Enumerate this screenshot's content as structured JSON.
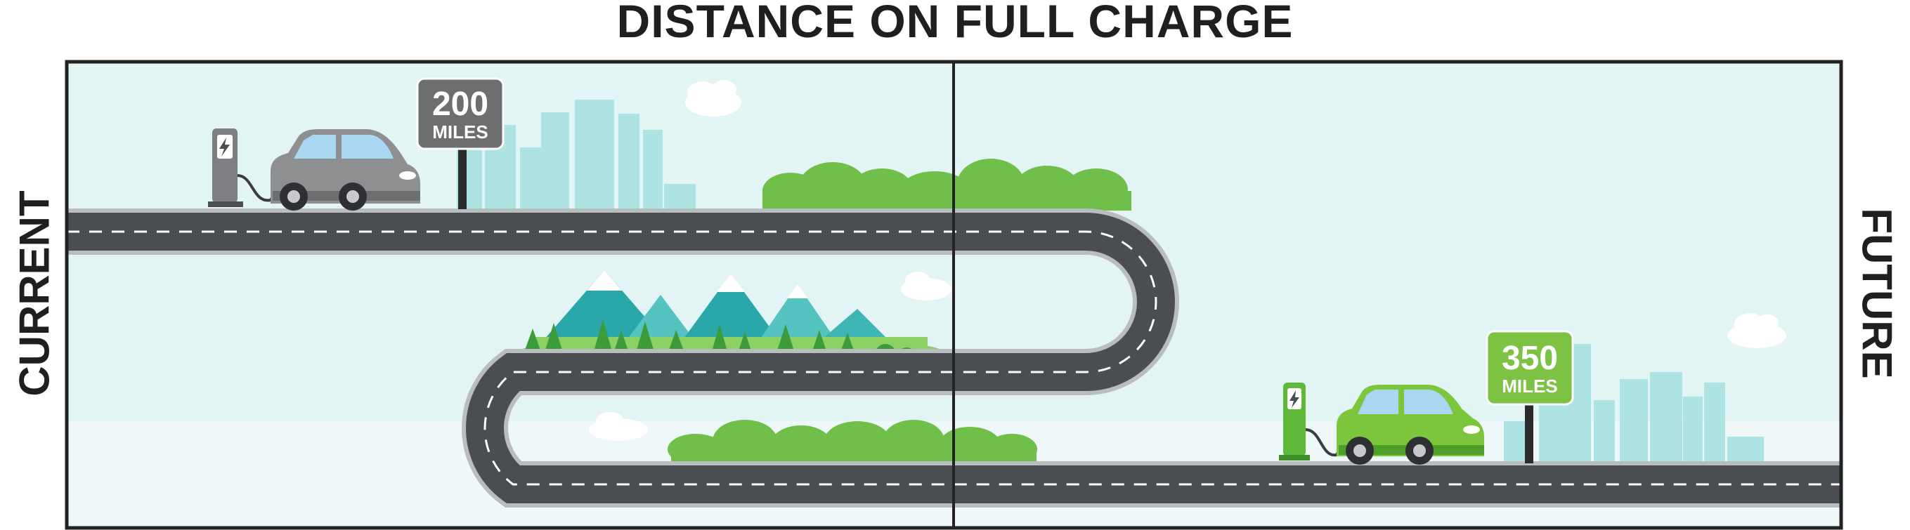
{
  "title": "DISTANCE ON FULL CHARGE",
  "labels": {
    "left": "CURRENT",
    "right": "FUTURE"
  },
  "signs": {
    "current": {
      "value": "200",
      "unit": "MILES"
    },
    "future": {
      "value": "350",
      "unit": "MILES"
    }
  },
  "icons": [
    "lightning-icon",
    "charging-station-icon",
    "car-icon",
    "cloud-icon",
    "mountain-icon",
    "tree-icon",
    "bush-icon",
    "city-skyline-icon"
  ],
  "colors": {
    "sky": "#e3f4f4",
    "road": "#4a4d52",
    "road_edge": "#b9bdbf",
    "current_car": "#8d8f91",
    "current_sign": "#6d6e70",
    "future_car": "#7cc63c",
    "future_sign": "#7dc242",
    "bush": "#6fbf4a",
    "mountain": "#2aa7a8",
    "skyline": "#aee3e3",
    "frame": "#222222"
  }
}
